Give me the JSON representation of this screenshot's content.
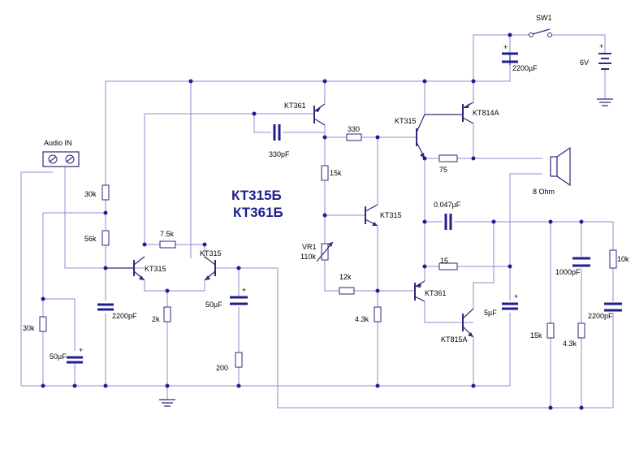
{
  "labels": {
    "sw1": "SW1",
    "c_pwr": "2200µF",
    "batt": "6V",
    "q_kt361_top": "KT361",
    "r330": "330",
    "q_kt315_top": "KT315",
    "q_kt814": "KT814A",
    "c330p": "330pF",
    "r75": "75",
    "speaker": "8 Ohm",
    "audio_in": "Audio IN",
    "r15k_mid": "15k",
    "r30k_top": "30k",
    "title1": "КТ315Б",
    "title2": "КТ361Б",
    "c047": "0.047µF",
    "q_kt315_mid": "KT315",
    "r56k": "56k",
    "r75k": "7.5k",
    "q_kt315_pair_r": "KT315",
    "q_kt315_pair_l": "KT315",
    "vr1": "VR1",
    "vr1_val": "110k",
    "r15": "15",
    "c1000p": "1000pF",
    "r10k": "10k",
    "c50u_fb": "50µF",
    "c2200p_a": "2200pF",
    "r12k": "12k",
    "q_kt361_low": "KT361",
    "c5u": "5µF",
    "c2200p_b": "2200pF",
    "r30k_low": "30k",
    "r2k": "2k",
    "r43k_mid": "4.3k",
    "q_kt815": "KT815A",
    "r15k_right": "15k",
    "r43k_right": "4.3k",
    "c50u_in": "50µF",
    "r200": "200"
  }
}
